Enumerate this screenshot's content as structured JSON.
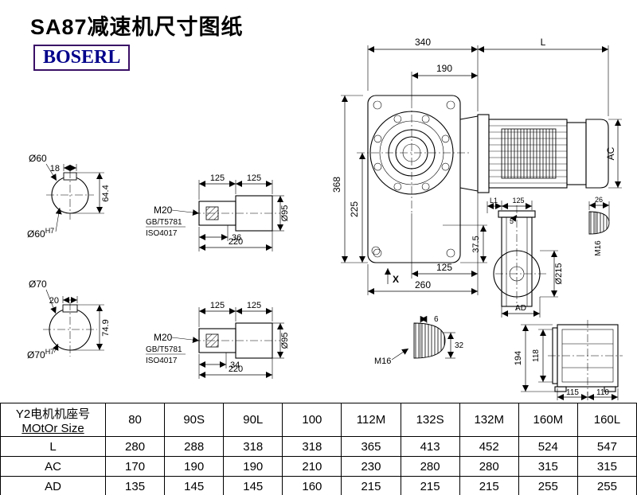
{
  "page": {
    "title": "SA87减速机尺寸图纸",
    "brand": "BOSERL"
  },
  "main_view": {
    "dim_340": "340",
    "dim_L": "L",
    "dim_190": "190",
    "dim_368": "368",
    "dim_225": "225",
    "dim_AC": "AC",
    "dim_37_5": "37.5",
    "dim_125": "125",
    "dim_260": "260",
    "label_X": "X"
  },
  "shaft60": {
    "dia": "Ø60",
    "key_width": "18",
    "key_height": "64.4",
    "bore": "Ø60",
    "bore_tol": "H7"
  },
  "shaft60_side": {
    "dim_125a": "125",
    "dim_125b": "125",
    "thread": "M20",
    "std1": "GB/T5781",
    "std2": "ISO4017",
    "key_len": "36",
    "length": "220",
    "dia": "Ø95"
  },
  "shaft70": {
    "dia": "Ø70",
    "key_width": "20",
    "key_height": "74.9",
    "bore": "Ø70",
    "bore_tol": "H7"
  },
  "shaft70_side": {
    "dim_125a": "125",
    "dim_125b": "125",
    "thread": "M20",
    "std1": "GB/T5781",
    "std2": "ISO4017",
    "key_len": "34",
    "length": "220",
    "dia": "Ø95"
  },
  "side_view": {
    "dim_L1": "L1",
    "dim_125": "125",
    "dim_5": "5",
    "dim_26": "26",
    "thread": "M16",
    "dia": "Ø215",
    "dim_AD": "AD"
  },
  "plug_detail": {
    "dim_6": "6",
    "dim_32": "32",
    "thread": "M16"
  },
  "rear_view": {
    "dim_194": "194",
    "dim_118": "118",
    "dim_115": "115",
    "dim_110": "110"
  },
  "table": {
    "header_line1": "Y2电机机座号",
    "header_line2": "MOtOr Size",
    "sizes": [
      "80",
      "90S",
      "90L",
      "100",
      "112M",
      "132S",
      "132M",
      "160M",
      "160L"
    ],
    "rows": [
      {
        "label": "L",
        "values": [
          "280",
          "288",
          "318",
          "318",
          "365",
          "413",
          "452",
          "524",
          "547"
        ]
      },
      {
        "label": "AC",
        "values": [
          "170",
          "190",
          "190",
          "210",
          "230",
          "280",
          "280",
          "315",
          "315"
        ]
      },
      {
        "label": "AD",
        "values": [
          "135",
          "145",
          "145",
          "160",
          "215",
          "215",
          "215",
          "255",
          "255"
        ]
      }
    ]
  }
}
